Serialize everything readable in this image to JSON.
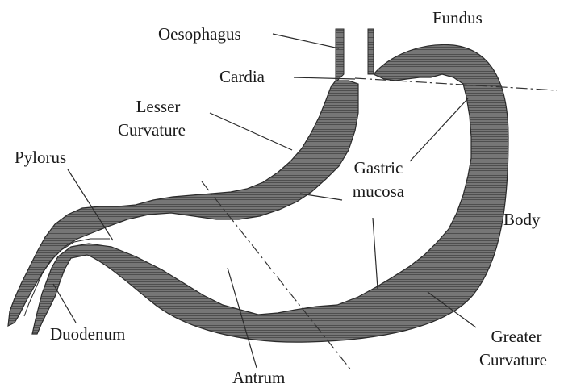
{
  "labels": {
    "oesophagus": "Oesophagus",
    "fundus": "Fundus",
    "cardia": "Cardia",
    "lesser_curvature_1": "Lesser",
    "lesser_curvature_2": "Curvature",
    "pylorus": "Pylorus",
    "gastric_mucosa_1": "Gastric",
    "gastric_mucosa_2": "mucosa",
    "body": "Body",
    "duodenum": "Duodenum",
    "greater_curvature_1": "Greater",
    "greater_curvature_2": "Curvature",
    "antrum": "Antrum"
  },
  "colors": {
    "wall_fill": "#6e6e6e",
    "wall_hatch": "#4a4a4a",
    "outline": "#222222",
    "text": "#1a1a1a",
    "background": "#ffffff"
  }
}
